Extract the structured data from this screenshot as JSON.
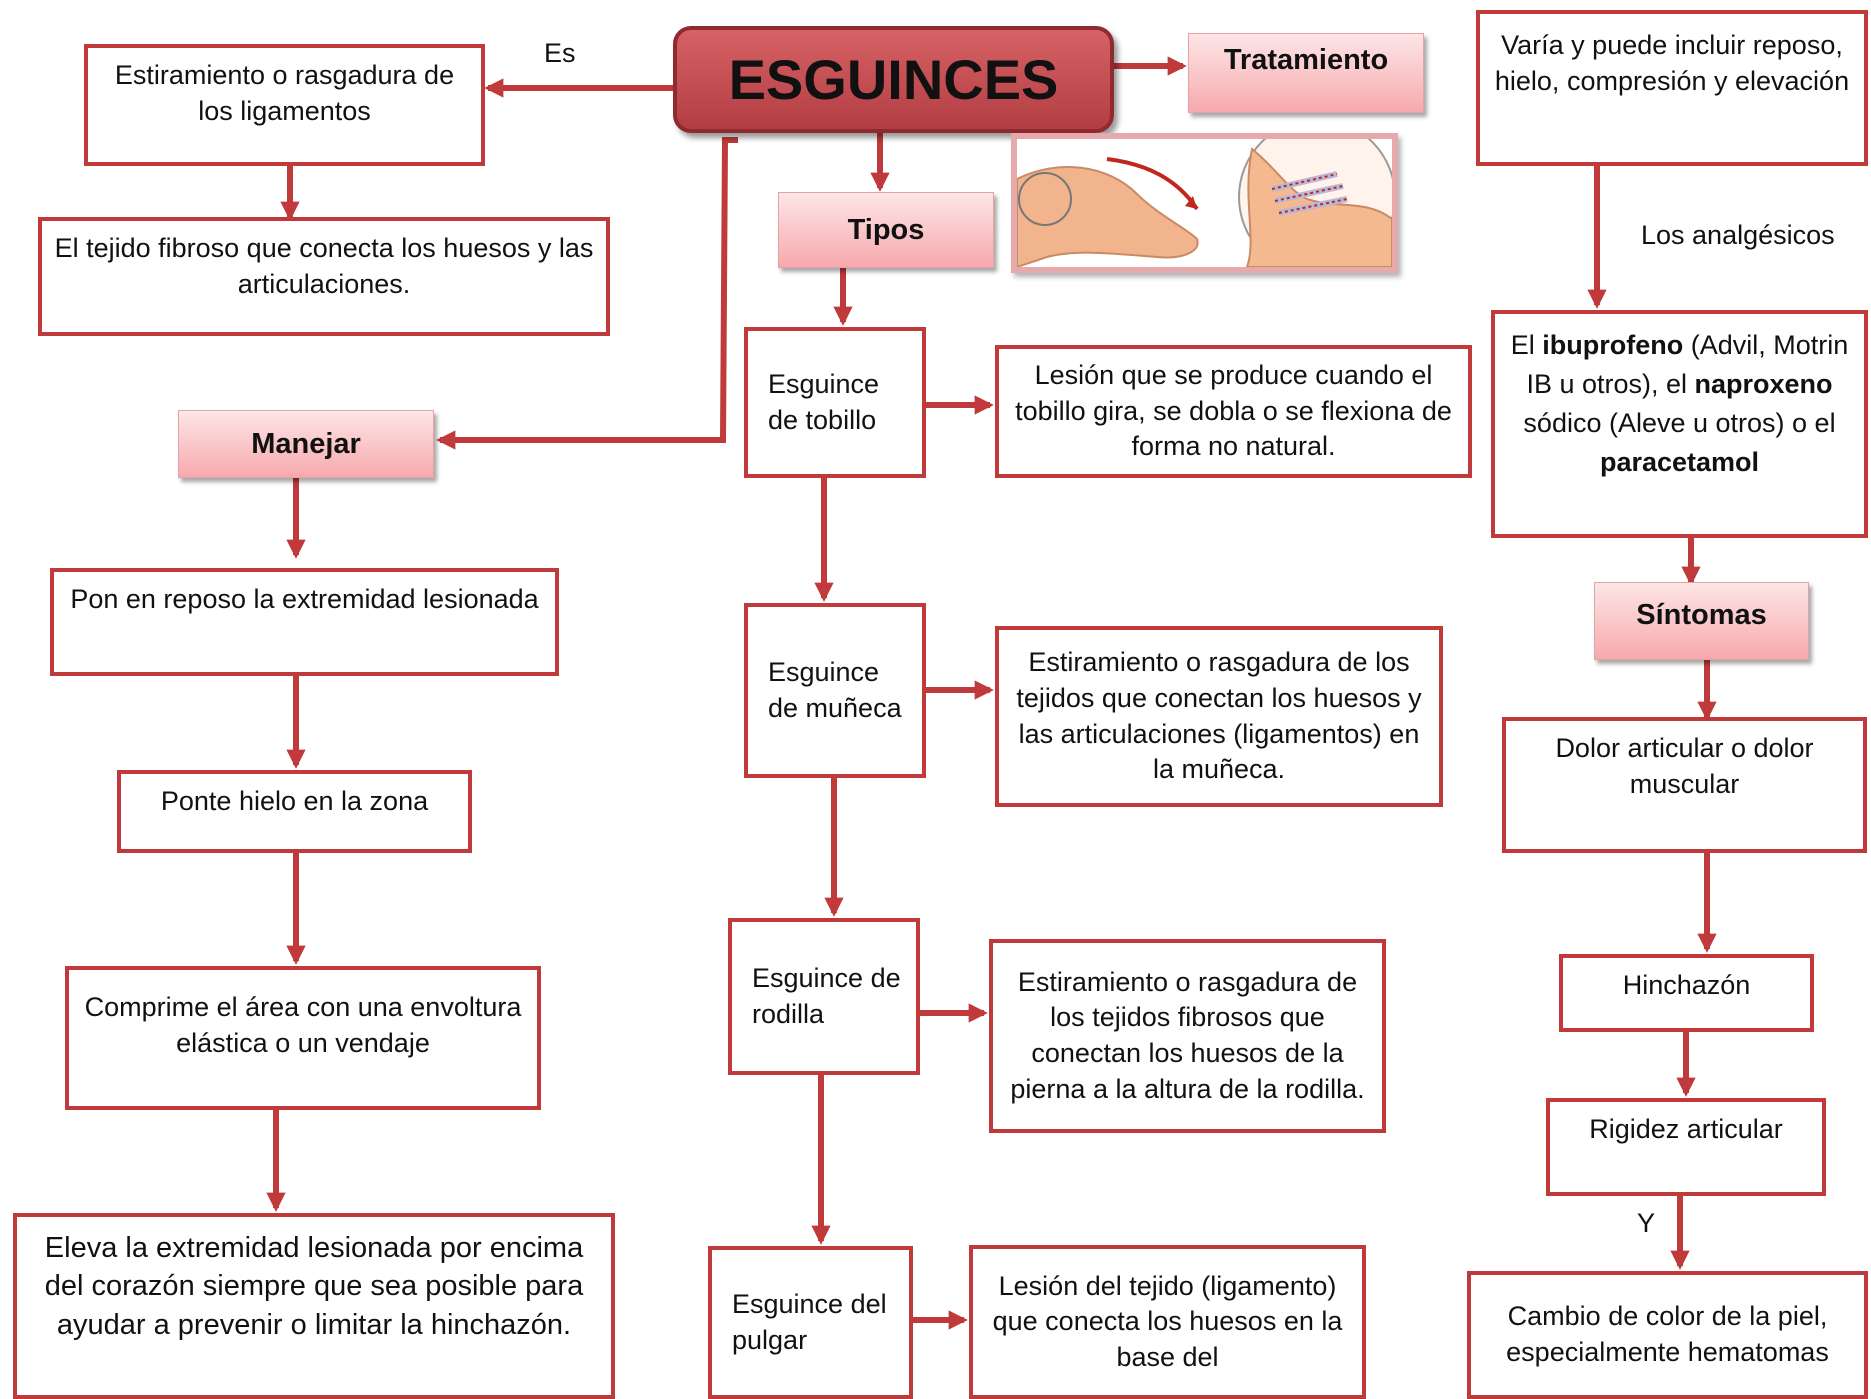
{
  "title": "ESGUINCES",
  "labels": {
    "es": "Es",
    "los_analgesicos": "Los analgésicos",
    "y": "Y"
  },
  "headers": {
    "tratamiento": "Tratamiento",
    "tipos": "Tipos",
    "manejar": "Manejar",
    "sintomas": "Síntomas"
  },
  "definition": {
    "text": "Estiramiento o rasgadura de los ligamentos",
    "detail": "El tejido fibroso que conecta los huesos y las articulaciones."
  },
  "manejar_steps": [
    "Pon en reposo la extremidad lesionada",
    "Ponte hielo en la zona",
    "Comprime el área con una envoltura elástica o un vendaje",
    "Eleva la extremidad lesionada por encima del corazón siempre que sea posible para ayudar a prevenir o limitar la hinchazón."
  ],
  "tipos": [
    {
      "name": "Esguince de tobillo",
      "desc": "Lesión que se produce cuando el tobillo gira, se dobla o se flexiona de forma no natural."
    },
    {
      "name": "Esguince de muñeca",
      "desc": "Estiramiento o rasgadura de los tejidos que conectan los huesos y las articulaciones (ligamentos) en la muñeca."
    },
    {
      "name": "Esguince de rodilla",
      "desc": "Estiramiento o rasgadura de los tejidos fibrosos que conectan los huesos de la pierna a la altura de la rodilla."
    },
    {
      "name": "Esguince del pulgar",
      "desc": "Lesión del tejido (ligamento) que conecta los huesos en la base del"
    }
  ],
  "tratamiento": {
    "text": "Varía y puede incluir reposo, hielo, compresión y elevación",
    "analgesicos": [
      {
        "text": "El ",
        "bold": false
      },
      {
        "text": "ibuprofeno",
        "bold": true
      },
      {
        "text": " (Advil, Motrin IB u otros), el ",
        "bold": false
      },
      {
        "text": "naproxeno",
        "bold": true
      },
      {
        "text": " sódico (Aleve u otros) o el ",
        "bold": false
      },
      {
        "text": "paracetamol",
        "bold": true
      }
    ]
  },
  "sintomas": [
    "Dolor articular o dolor muscular",
    "Hinchazón",
    "Rigidez articular",
    "Cambio de color de la piel, especialmente hematomas"
  ],
  "colors": {
    "border": "#c0393b",
    "main_fill": "#c24b50",
    "header_fill": "#f7a9ad"
  },
  "image": {
    "icon": "ankle-sprain-illustration"
  }
}
